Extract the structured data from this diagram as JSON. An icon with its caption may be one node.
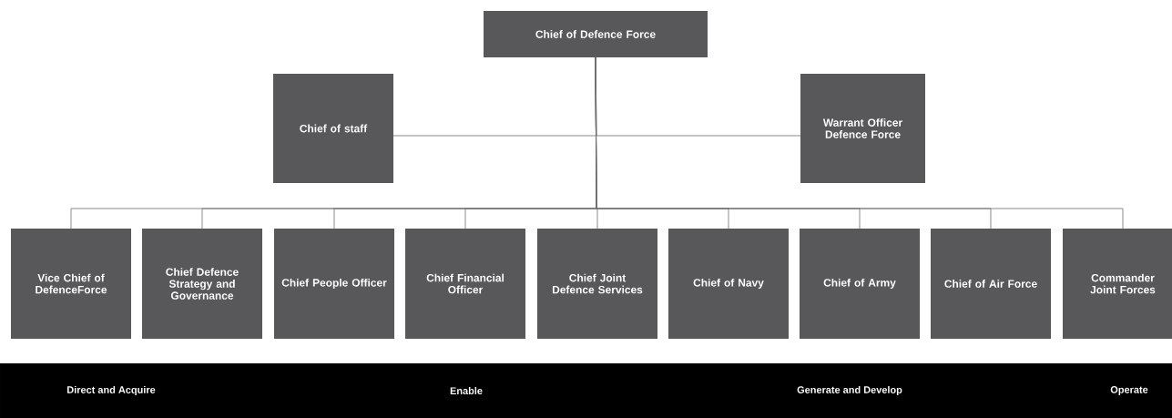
{
  "diagram": {
    "nodes": [
      {
        "text": [
          "Chief of Defence Force"
        ]
      },
      {
        "text": [
          "Chief of staff"
        ]
      },
      {
        "text": [
          "Warrant Officer Defence Force"
        ]
      },
      {
        "text": [
          "Vice Chief of DefenceForce"
        ]
      },
      {
        "text": [
          "Chief Defence Strategy and Governance"
        ]
      },
      {
        "text": [
          "Chief People Officer"
        ]
      },
      {
        "text": [
          "Chief Financial Officer"
        ]
      },
      {
        "text": [
          "Chief Joint Defence Services"
        ]
      },
      {
        "text": [
          "Chief of Navy"
        ]
      },
      {
        "text": [
          "Chief of Army"
        ]
      },
      {
        "text": [
          "Chief of Air Force"
        ]
      },
      {
        "text": [
          "Commander Joint Forces"
        ]
      },
      {
        "text": [
          "Direct and Acquire",
          "Enable",
          "Generate and Develop",
          "Operate"
        ]
      }
    ],
    "edges": [
      {
        "from": 0,
        "to": 1,
        "arrow": "none"
      },
      {
        "from": 0,
        "to": 2,
        "arrow": "none"
      },
      {
        "from": 0,
        "to": 3,
        "arrow": "none"
      },
      {
        "from": 0,
        "to": 4,
        "arrow": "none"
      },
      {
        "from": 0,
        "to": 5,
        "arrow": "none"
      },
      {
        "from": 0,
        "to": 6,
        "arrow": "none"
      },
      {
        "from": 0,
        "to": 7,
        "arrow": "none"
      },
      {
        "from": 0,
        "to": 8,
        "arrow": "none"
      },
      {
        "from": 0,
        "to": 9,
        "arrow": "none"
      },
      {
        "from": 0,
        "to": 10,
        "arrow": "none"
      },
      {
        "from": 0,
        "to": 11,
        "arrow": "none"
      }
    ]
  }
}
